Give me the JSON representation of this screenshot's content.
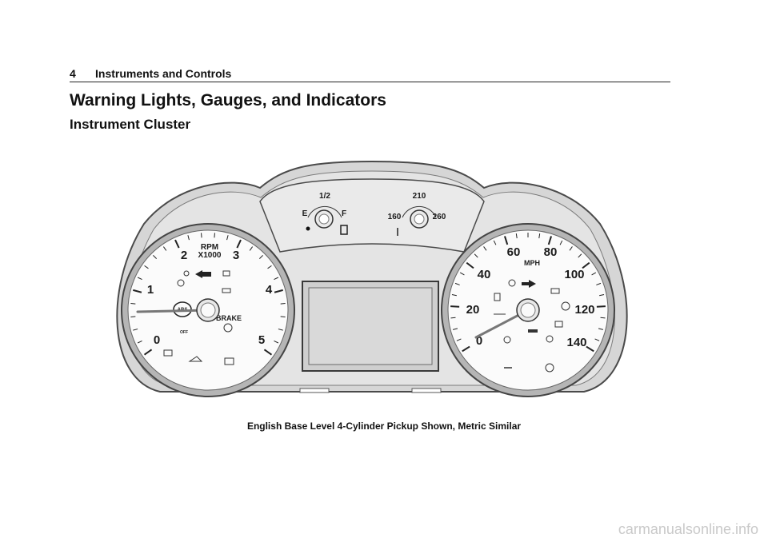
{
  "header": {
    "page_number": "4",
    "section_title": "Instruments and Controls"
  },
  "heading": "Warning Lights, Gauges, and Indicators",
  "subheading": "Instrument Cluster",
  "figure": {
    "tach": {
      "label_1": "RPM",
      "label_2": "X1000",
      "ticks": [
        "0",
        "1",
        "2",
        "3",
        "4",
        "5"
      ],
      "brake": "BRAKE",
      "abs": "ABS",
      "offroad": "OFF"
    },
    "fuel": {
      "empty": "E",
      "half": "1/2",
      "full": "F"
    },
    "temp": {
      "low": "160",
      "mid": "210",
      "high": "260"
    },
    "speedo": {
      "unit": "MPH",
      "ticks": [
        "0",
        "20",
        "40",
        "60",
        "80",
        "100",
        "120",
        "140"
      ]
    },
    "caption": "English Base Level 4-Cylinder Pickup Shown, Metric Similar"
  },
  "watermark": "carmanualsonline.info"
}
